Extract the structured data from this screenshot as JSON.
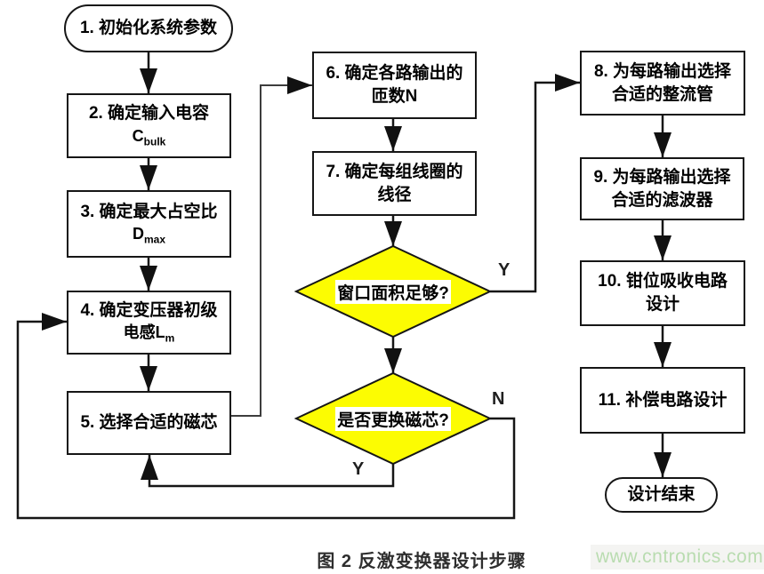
{
  "diagram": {
    "nodes": {
      "start": {
        "label": "1. 初始化系统参数"
      },
      "step2": {
        "line1": "2. 确定输入电容",
        "formula_base": "C",
        "formula_sub": "bulk"
      },
      "step3": {
        "line1": "3. 确定最大占空比",
        "formula_base": "D",
        "formula_sub": "max"
      },
      "step4": {
        "line1": "4. 确定变压器初级",
        "line2_prefix": "电感",
        "formula_base": "L",
        "formula_sub": "m"
      },
      "step5": {
        "label": "5. 选择合适的磁芯"
      },
      "step6": {
        "line1": "6. 确定各路输出的",
        "line2": "匝数N"
      },
      "step7": {
        "line1": "7. 确定每组线圈的",
        "line2": "线径"
      },
      "decision1": {
        "label": "窗口面积足够?"
      },
      "decision2": {
        "label": "是否更换磁芯?"
      },
      "step8": {
        "line1": "8. 为每路输出选择",
        "line2": "合适的整流管"
      },
      "step9": {
        "line1": "9. 为每路输出选择",
        "line2": "合适的滤波器"
      },
      "step10": {
        "line1": "10. 钳位吸收电路",
        "line2": "设计"
      },
      "step11": {
        "label": "11. 补偿电路设计"
      },
      "end": {
        "label": "设计结束"
      }
    },
    "edge_labels": {
      "decision1_yes": "Y",
      "decision2_no": "N",
      "decision2_yes": "Y"
    },
    "colors": {
      "decision_fill": "#FCFC02",
      "line": "#161616",
      "watermark_green": "#b9dcb0"
    }
  },
  "caption": "图 2 反激变换器设计步骤",
  "watermark": "www.cntronics.com"
}
